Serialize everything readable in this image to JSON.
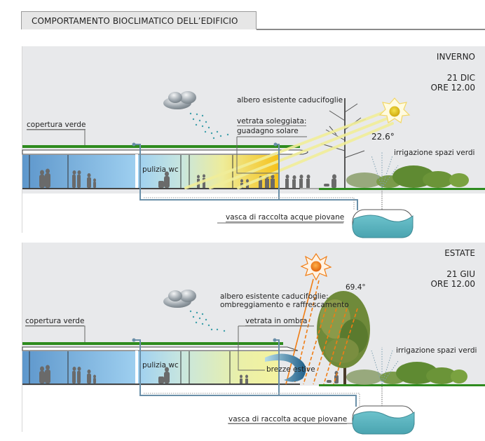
{
  "header": {
    "title": "COMPORTAMENTO BIOCLIMATICO DELL’EDIFICIO"
  },
  "colors": {
    "panel_bg": "#e8e9eb",
    "green_roof": "#2e8b1e",
    "pipe": "#6a8fa8",
    "water": "#5fb6c0",
    "winter_sun": "#e8c21c",
    "summer_sun": "#f07d14",
    "glass_blue": "#6fa8d8",
    "glass_yellow": "#f3c21c"
  },
  "winter": {
    "season": "INVERNO",
    "date": "21 DIC",
    "time": "ORE 12.00",
    "sun_angle": "22.6°",
    "labels": {
      "green_roof": "copertura verde",
      "tree": "albero esistente caducifoglie",
      "glazing_line1": "vetrata soleggiata:",
      "glazing_line2": "guadagno solare",
      "wc": "pulizia wc",
      "irrigation": "irrigazione spazi verdi",
      "tank": "vasca di raccolta acque piovane"
    }
  },
  "summer": {
    "season": "ESTATE",
    "date": "21 GIU",
    "time": "ORE 12.00",
    "sun_angle": "69.4°",
    "labels": {
      "green_roof": "copertura verde",
      "tree_line1": "albero esistente caducifoglie:",
      "tree_line2": "ombreggiamento e raffrescamento",
      "glazing": "vetrata in ombra",
      "wc": "pulizia wc",
      "breeze": "brezze estive",
      "irrigation": "irrigazione spazi verdi",
      "tank": "vasca di raccolta acque piovane"
    }
  }
}
